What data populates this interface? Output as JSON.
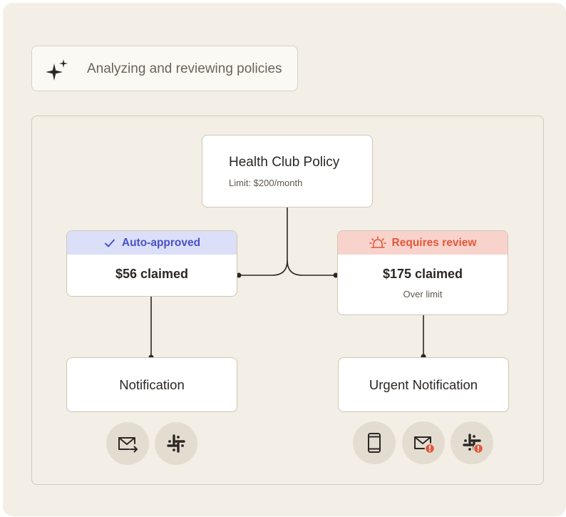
{
  "status": {
    "text": "Analyzing and reviewing policies",
    "icon": "sparkle-icon"
  },
  "policy": {
    "title": "Health Club Policy",
    "limit": "Limit: $200/month"
  },
  "claims": [
    {
      "status_label": "Auto-approved",
      "status_icon": "check-icon",
      "amount": "$56 claimed",
      "note": "",
      "accent": "#4a52c8",
      "header_bg": "#dcdff8"
    },
    {
      "status_label": "Requires review",
      "status_icon": "siren-icon",
      "amount": "$175 claimed",
      "note": "Over limit",
      "accent": "#e5573b",
      "header_bg": "#f8d3cb"
    }
  ],
  "notifications": [
    {
      "label": "Notification",
      "channels": [
        "email-forward-icon",
        "slack-icon"
      ]
    },
    {
      "label": "Urgent Notification",
      "channels": [
        "phone-icon",
        "email-alert-icon",
        "slack-alert-icon"
      ]
    }
  ],
  "colors": {
    "background": "#f3efe6",
    "line": "#2b2724",
    "approved": "#4a52c8",
    "review": "#e5573b",
    "alert_badge": "#e5573b"
  }
}
